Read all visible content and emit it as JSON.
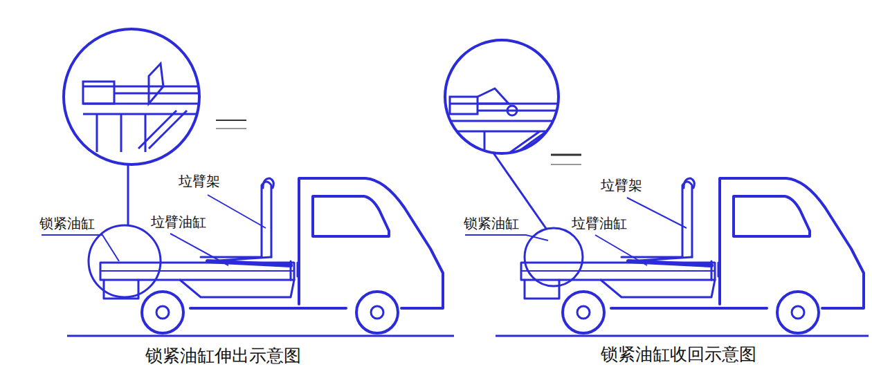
{
  "diagram": {
    "labels": [
      "垃臂架",
      "锁紧油缸",
      "垃臂油缸",
      "锁紧油缸伸出示意图",
      "锁紧油缸",
      "垃臂架",
      "垃臂油缸",
      "锁紧油缸收回示意图"
    ]
  }
}
